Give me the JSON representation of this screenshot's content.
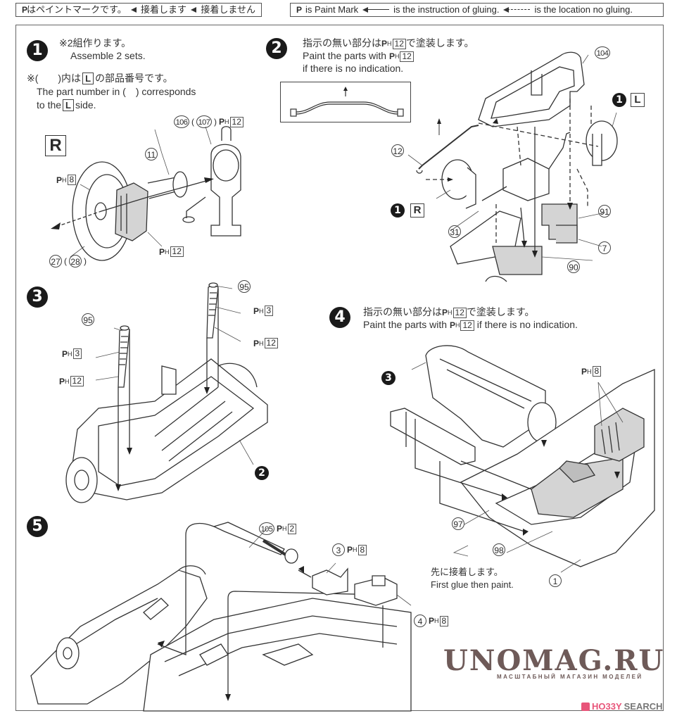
{
  "legend": {
    "jp": {
      "paint_mark_text": "はペイントマークです。",
      "glue_text": "接着します",
      "no_glue_text": "接着しません"
    },
    "en": {
      "paint_mark_text": "is Paint Mark",
      "glue_text": "is the instruction of gluing.",
      "no_glue_text": "is the location no gluing."
    },
    "p_symbol": "P"
  },
  "paint": {
    "p": "P",
    "h": "H"
  },
  "steps": [
    {
      "number": "1",
      "note_jp": "※2組作ります。",
      "note_en": "Assemble 2 sets.",
      "paren_note_jp_prefix": "※(　　)内は",
      "paren_note_jp_suffix": "の部品番号です。",
      "paren_note_en_1": "The part number in (　) corresponds",
      "paren_note_en_2_prefix": "to the",
      "paren_note_en_2_suffix": "side.",
      "side_letter": "L",
      "side_label": "R",
      "parts": [
        {
          "num": "106",
          "alt": "107",
          "paint": "12"
        },
        {
          "num": "11"
        },
        {
          "paint": "8"
        },
        {
          "num": "27",
          "alt": "28"
        },
        {
          "paint": "12"
        }
      ]
    },
    {
      "number": "2",
      "note_jp_prefix": "指示の無い部分は",
      "note_jp_suffix": "で塗装します。",
      "note_en_prefix": "Paint the parts with",
      "note_en_2": "if there is no indication.",
      "default_paint": "12",
      "parts": [
        {
          "num": "104"
        },
        {
          "num": "12"
        },
        {
          "num": "31"
        },
        {
          "num": "91"
        },
        {
          "num": "7"
        },
        {
          "num": "90"
        }
      ],
      "refs": [
        {
          "step": "1",
          "side": "L"
        },
        {
          "step": "1",
          "side": "R"
        }
      ]
    },
    {
      "number": "3",
      "parts": [
        {
          "num": "95"
        },
        {
          "paint": "3"
        },
        {
          "paint": "12"
        },
        {
          "num": "95"
        },
        {
          "paint": "3"
        },
        {
          "paint": "12"
        }
      ],
      "refs": [
        {
          "step": "2"
        }
      ]
    },
    {
      "number": "4",
      "note_jp_prefix": "指示の無い部分は",
      "note_jp_suffix": "で塗装します。",
      "note_en_prefix": "Paint the parts with",
      "note_en_suffix": "if there is no indication.",
      "default_paint": "12",
      "parts": [
        {
          "paint": "8"
        },
        {
          "num": "97"
        },
        {
          "num": "98"
        },
        {
          "num": "1"
        }
      ],
      "glue_note_jp": "先に接着します。",
      "glue_note_en": "First glue then paint.",
      "refs": [
        {
          "step": "3"
        }
      ]
    },
    {
      "number": "5",
      "parts": [
        {
          "num": "105",
          "paint": "2"
        },
        {
          "num": "3",
          "paint": "8"
        },
        {
          "num": "4",
          "paint": "8"
        }
      ]
    }
  ],
  "watermark": {
    "title": "UNOMAG.RU",
    "subtitle": "МАСШТАБНЫЙ МАГАЗИН МОДЕЛЕЙ"
  },
  "credit": {
    "hobby": "HO33Y",
    "search": "SEARCH"
  },
  "colors": {
    "watermark": "#6e5a58",
    "hobby_pink": "#e8557a",
    "line": "#333333",
    "part_fill": "#d4d4d4"
  }
}
